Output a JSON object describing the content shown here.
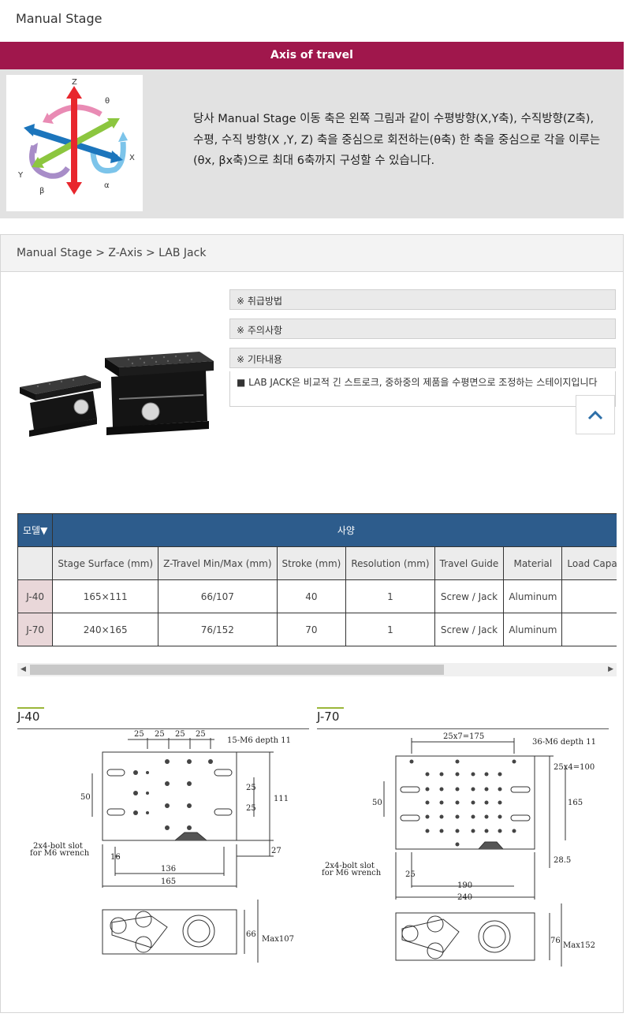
{
  "page_title": "Manual Stage",
  "axis_section": {
    "header": "Axis of travel",
    "diagram_labels": {
      "z": "Z",
      "theta": "θ",
      "x": "X",
      "y": "Y",
      "beta": "β",
      "alpha": "α"
    },
    "description": "당사 Manual Stage 이동 축은 왼쪽 그림과 같이 수평방향(X,Y축), 수직방향(Z축), 수평, 수직 방향(X ,Y, Z) 축을 중심으로 회전하는(θ축) 한 축을 중심으로 각을 이루는(θx, βx축)으로 최대 6축까지 구성할 수 있습니다."
  },
  "breadcrumb": "Manual Stage > Z-Axis > LAB Jack",
  "info": {
    "handling": "※ 취급방법",
    "caution": "※ 주의사항",
    "other": "※ 기타내용",
    "description": "■ LAB JACK은 비교적 긴 스트로크, 중하중의 제품을 수평면으로 조정하는 스테이지입니다"
  },
  "spec_table": {
    "model_header": "모델▼",
    "spec_header": "사양",
    "columns": [
      "Stage Surface (mm)",
      "Z-Travel Min/Max (mm)",
      "Stroke (mm)",
      "Resolution (mm)",
      "Travel Guide",
      "Material",
      "Load Capacity"
    ],
    "rows": [
      {
        "model": "J-40",
        "cells": [
          "165×111",
          "66/107",
          "40",
          "1",
          "Screw / Jack",
          "Aluminum",
          ""
        ]
      },
      {
        "model": "J-70",
        "cells": [
          "240×165",
          "76/152",
          "70",
          "1",
          "Screw / Jack",
          "Aluminum",
          ""
        ]
      }
    ]
  },
  "drawings": {
    "j40": {
      "title": "J-40",
      "hole_note": "15-M6 depth 11",
      "slot_note_1": "2x4-bolt slot",
      "slot_note_2": "for M6 wrench",
      "dims": {
        "pitch": "25",
        "side": "50",
        "inner_w": "136",
        "width": "165",
        "slot_off": "16",
        "height": "111",
        "handle": "27",
        "min_h": "66",
        "max_h": "Max107"
      }
    },
    "j70": {
      "title": "J-70",
      "hole_note": "36-M6 depth 11",
      "slot_note_1": "2x4-bolt slot",
      "slot_note_2": "for M6 wrench",
      "dims": {
        "pitch": "25x7=175",
        "side": "50",
        "v_pitch": "25x4=100",
        "height": "165",
        "handle": "28.5",
        "slot_off": "25",
        "inner_w": "190",
        "width": "240",
        "min_h": "76",
        "max_h": "Max152"
      }
    }
  },
  "colors": {
    "accent": "#a0174c",
    "table_header": "#2d5c8c",
    "model_cell": "#e9d7d9"
  }
}
